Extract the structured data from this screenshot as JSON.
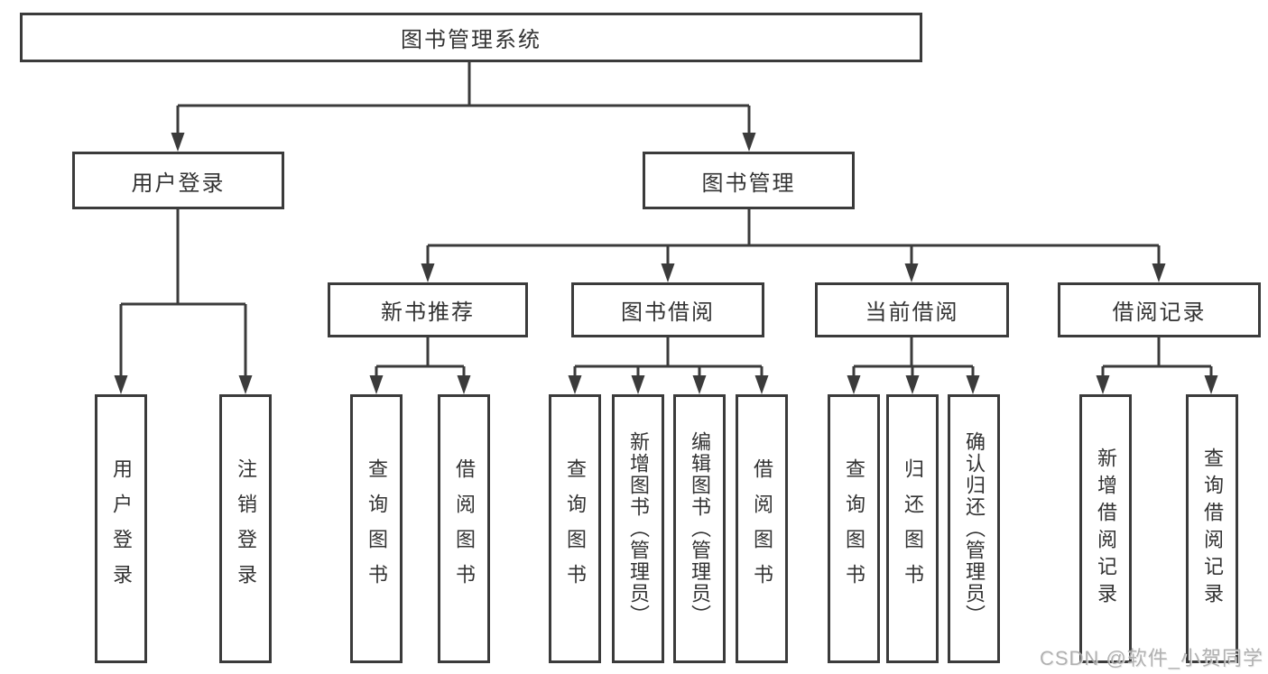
{
  "diagram": {
    "root": {
      "label": "图书管理系统"
    },
    "branches": [
      {
        "label": "用户登录",
        "children": [
          "用户登录",
          "注销登录"
        ]
      },
      {
        "label": "图书管理",
        "sections": [
          {
            "label": "新书推荐",
            "children": [
              "查询图书",
              "借阅图书"
            ]
          },
          {
            "label": "图书借阅",
            "children": [
              "查询图书",
              "新增图书（管理员）",
              "编辑图书（管理员）",
              "借阅图书"
            ]
          },
          {
            "label": "当前借阅",
            "children": [
              "查询图书",
              "归还图书",
              "确认归还（管理员）"
            ]
          },
          {
            "label": "借阅记录",
            "children": [
              "新增借阅记录",
              "查询借阅记录"
            ]
          }
        ]
      }
    ]
  },
  "watermark": {
    "text": "CSDN @软件_小贺同学"
  },
  "colors": {
    "line": "#3b3b3b",
    "box_border": "#3b3b3b",
    "text": "#333333",
    "background": "#ffffff",
    "watermark": "#a9a9a9"
  }
}
